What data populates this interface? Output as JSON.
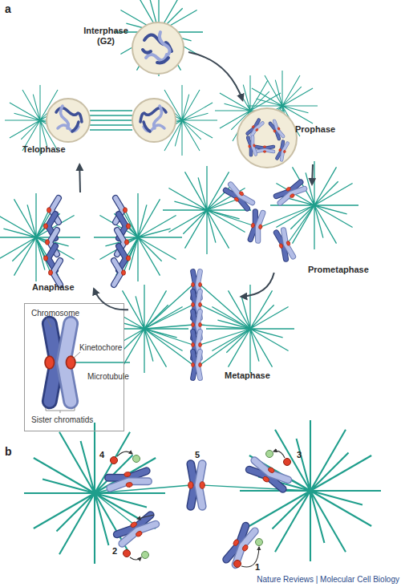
{
  "diagram": {
    "nodes": [
      {
        "text": [
          "Interphase (G2)"
        ]
      },
      {
        "text": [
          "Prophase"
        ]
      },
      {
        "text": [
          "Prometaphase"
        ]
      },
      {
        "text": [
          "Metaphase"
        ]
      },
      {
        "text": [
          "Anaphase"
        ]
      },
      {
        "text": [
          "Telophase"
        ]
      },
      {
        "text": [
          "Chromosome",
          "Kinetochore",
          "Microtubule",
          "Sister chromatids"
        ]
      }
    ],
    "edges": [
      {
        "from": 0,
        "to": 1,
        "arrow": "to"
      },
      {
        "from": 1,
        "to": 2,
        "arrow": "to"
      },
      {
        "from": 2,
        "to": 3,
        "arrow": "to"
      },
      {
        "from": 3,
        "to": 4,
        "arrow": "to"
      },
      {
        "from": 4,
        "to": 5,
        "arrow": "to"
      }
    ],
    "labels": [
      "a",
      "b",
      "1",
      "2",
      "3",
      "4",
      "5",
      "Nature Reviews | Molecular Cell Biology"
    ]
  }
}
